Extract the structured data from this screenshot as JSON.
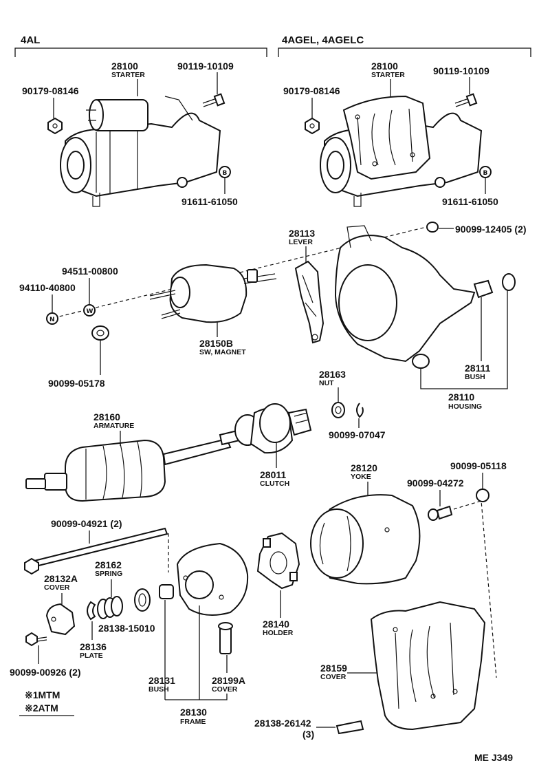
{
  "headers": {
    "left": "4AL",
    "right": "4AGEL, 4AGELC"
  },
  "parts": {
    "starter_left": {
      "number": "28100",
      "name": "STARTER"
    },
    "bolt_left": {
      "number": "90119-10109"
    },
    "nut_left": {
      "number": "90179-08146"
    },
    "b_left": {
      "number": "91611-61050",
      "symbol": "B"
    },
    "starter_right": {
      "number": "28100",
      "name": "STARTER"
    },
    "bolt_right": {
      "number": "90119-10109"
    },
    "nut_right": {
      "number": "90179-08146"
    },
    "b_right": {
      "number": "91611-61050",
      "symbol": "B"
    },
    "lever": {
      "number": "28113",
      "name": "LEVER"
    },
    "plug_top": {
      "number": "90099-12405 (2)"
    },
    "washer": {
      "number": "94511-00800",
      "symbol": "W"
    },
    "nut_n": {
      "number": "94110-40800",
      "symbol": "N"
    },
    "magnet_sw": {
      "number": "28150B",
      "name": "SW, MAGNET"
    },
    "boot": {
      "number": "90099-05178"
    },
    "bush_housing": {
      "number": "28111",
      "name": "BUSH"
    },
    "housing": {
      "number": "28110",
      "name": "HOUSING"
    },
    "nut_clutch": {
      "number": "28163",
      "name": "NUT"
    },
    "snap_ring": {
      "number": "90099-07047"
    },
    "armature": {
      "number": "28160",
      "name": "ARMATURE"
    },
    "clutch": {
      "number": "28011",
      "name": "CLUTCH"
    },
    "yoke": {
      "number": "28120",
      "name": "YOKE"
    },
    "plug_yoke": {
      "number": "90099-05118"
    },
    "grommet": {
      "number": "90099-04272"
    },
    "through_bolt": {
      "number": "90099-04921 (2)"
    },
    "spring": {
      "number": "28162",
      "name": "SPRING"
    },
    "cover_end": {
      "number": "28132A",
      "name": "COVER"
    },
    "lock_plate": {
      "number": "28138-15010"
    },
    "plate": {
      "number": "28136",
      "name": "PLATE"
    },
    "screw": {
      "number": "90099-00926 (2)"
    },
    "holder": {
      "number": "28140",
      "name": "HOLDER"
    },
    "bush_frame": {
      "number": "28131",
      "name": "BUSH"
    },
    "cover_frame": {
      "number": "28199A",
      "name": "COVER"
    },
    "frame": {
      "number": "28130",
      "name": "FRAME"
    },
    "cover_big": {
      "number": "28159",
      "name": "COVER"
    },
    "clip": {
      "number": "28138-26142",
      "qty": "(3)"
    }
  },
  "notes": [
    "※1MTM",
    "※2ATM"
  ],
  "code": "ME J349"
}
